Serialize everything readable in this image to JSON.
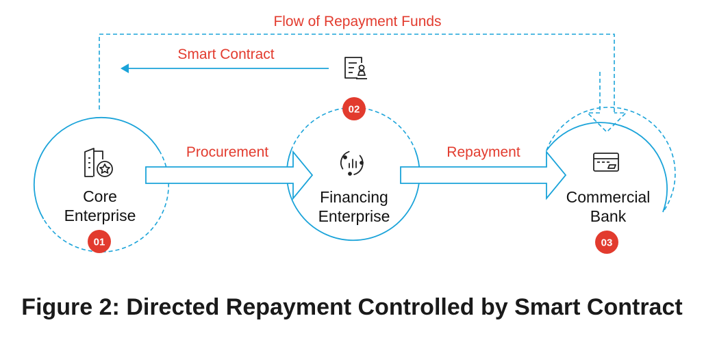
{
  "diagram": {
    "labels": {
      "flow_of_funds": "Flow of Repayment Funds",
      "smart_contract": "Smart Contract",
      "procurement": "Procurement",
      "repayment": "Repayment"
    },
    "nodes": [
      {
        "line1": "Core",
        "line2": "Enterprise",
        "badge": "01",
        "icon": "enterprise-star-icon"
      },
      {
        "line1": "Financing",
        "line2": "Enterprise",
        "badge": "02",
        "icon": "chart-cycle-icon"
      },
      {
        "line1": "Commercial",
        "line2": "Bank",
        "badge": "03",
        "icon": "bank-card-icon"
      }
    ],
    "contract_icon": "contract-stamp-icon"
  },
  "caption": "Figure 2: Directed Repayment Controlled by Smart Contract",
  "colors": {
    "accent_blue": "#1aa3d9",
    "accent_red": "#e23b2e",
    "icon_dark": "#222222",
    "text": "#111111"
  }
}
